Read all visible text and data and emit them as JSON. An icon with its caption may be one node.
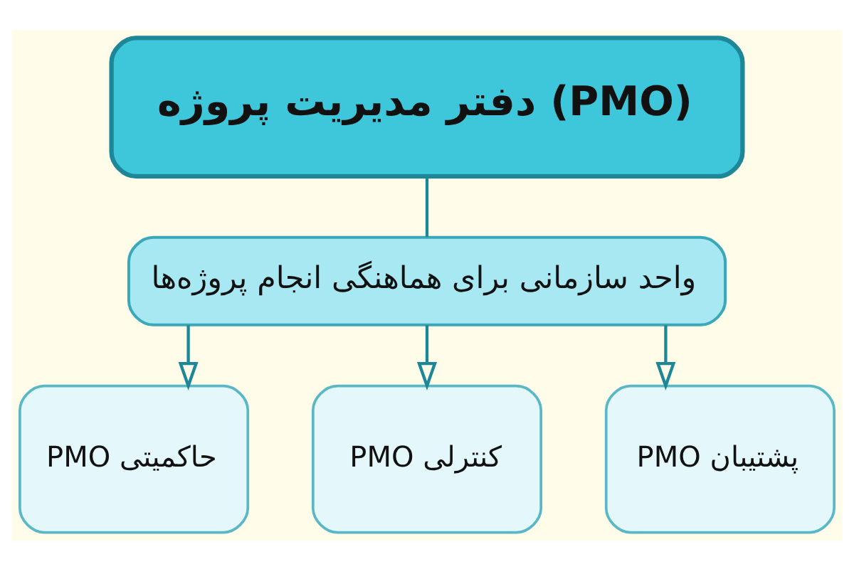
{
  "diagram": {
    "nodes": [
      {
        "text": [
          "دفتر مدیریت پروژه (PMO)"
        ]
      },
      {
        "text": [
          "واحد سازمانی برای هماهنگی انجام پروژه‌ها"
        ]
      },
      {
        "text": [
          "PMO پشتیبان"
        ]
      },
      {
        "text": [
          "PMO کنترلی"
        ]
      },
      {
        "text": [
          "PMO حاکمیتی"
        ]
      }
    ],
    "edges": [
      {
        "from": 0,
        "to": 1,
        "arrow": "none"
      },
      {
        "from": 1,
        "to": 2,
        "arrow": "to"
      },
      {
        "from": 1,
        "to": 3,
        "arrow": "to"
      },
      {
        "from": 1,
        "to": 4,
        "arrow": "to"
      }
    ]
  }
}
